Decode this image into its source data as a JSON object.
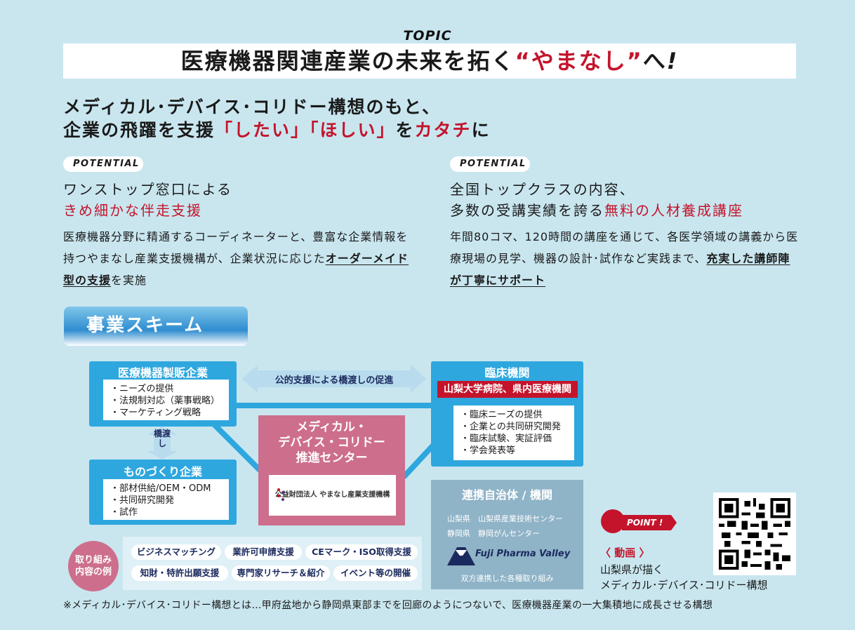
{
  "header": {
    "topic": "TOPIC",
    "title_main": "医療機器関連産業の未来を拓く",
    "title_highlight": "“やまなし”",
    "title_end": "へ",
    "title_excl": "!"
  },
  "subtitle": {
    "line1": "メディカル･デバイス･コリドー構想のもと、",
    "line2_a": "企業の飛躍を支援",
    "line2_b": "「したい」「ほしい」",
    "line2_c": "を",
    "line2_d": "カタチ",
    "line2_e": "に"
  },
  "left": {
    "pill": "POTENTIAL",
    "head1": "ワンストップ窓口による",
    "head2": "きめ細かな伴走支援",
    "body_a": "医療機器分野に精通するコーディネーターと、豊富な企業情報を持つやまなし産業支援機構が、企業状況に応じた",
    "body_u": "オーダーメイド型の支援",
    "body_b": "を実施"
  },
  "right": {
    "pill": "POTENTIAL",
    "head1": "全国トップクラスの内容、",
    "head2_a": "多数の受講実績を誇る",
    "head2_b": "無料の人材養成講座",
    "body_a": "年間80コマ、120時間の講座を通じて、各医学領域の講義から医療現場の見学、機器の設計･試作など実践まで、",
    "body_u": "充実した講師陣が丁寧にサポート"
  },
  "scheme": {
    "banner": "事業スキーム",
    "bridge_h": "公的支援による橋渡しの促進",
    "bridge_v": "橋渡し",
    "maker": {
      "title": "医療機器製販企業",
      "items": [
        "・ニーズの提供",
        "・法規制対応（薬事戦略）",
        "・マーケティング戦略"
      ]
    },
    "mono": {
      "title": "ものづくり企業",
      "items": [
        "・部材供給/OEM・ODM",
        "・共同研究開発",
        "・試作"
      ]
    },
    "clinic": {
      "title": "臨床機関",
      "sub": "山梨大学病院、県内医療機関",
      "items": [
        "・臨床ニーズの提供",
        "・企業との共同研究開発",
        "・臨床試験、実証評価",
        "・学会発表等"
      ]
    },
    "center": {
      "title1": "メディカル・",
      "title2": "デバイス・コリドー",
      "title3": "推進センター",
      "logo_text": "公益財団法人 やまなし産業支援機構"
    },
    "partner": {
      "title": "連携自治体 / 機関",
      "line1": "山梨県　山梨県産業技術センター",
      "line2": "静岡県　静岡がんセンター",
      "logo": "Fuji Pharma Valley",
      "foot": "双方連携した各種取り組み"
    },
    "initiatives": {
      "label1": "取り組み",
      "label2": "内容の例",
      "tags": [
        "ビジネスマッチング",
        "業許可申請支援",
        "CEマーク・ISO取得支援",
        "知財・特許出願支援",
        "専門家リサーチ＆紹介",
        "イベント等の開催"
      ]
    }
  },
  "point": {
    "badge": "POINT !",
    "video": "〈 動画 〉",
    "line1": "山梨県が描く",
    "line2": "メディカル･デバイス･コリドー構想"
  },
  "footnote": "※メディカル･デバイス･コリドー構想とは…甲府盆地から静岡県東部までを回廊のようにつないで、医療機器産業の一大集積地に成長させる構想"
}
